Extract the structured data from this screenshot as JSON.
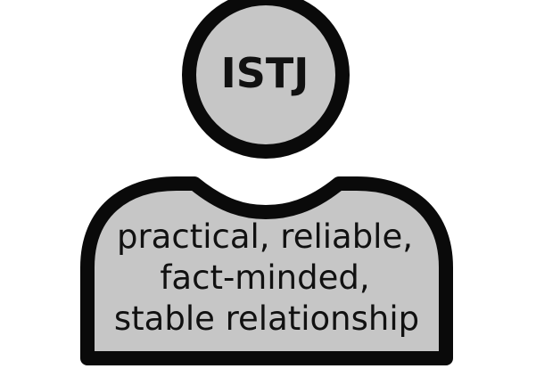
{
  "head_label": "ISTJ",
  "body_lines": [
    "practical, reliable,",
    "fact-minded,",
    "stable relationship"
  ],
  "colors": {
    "fill": "#c6c6c6",
    "outline": "#0a0a0a",
    "text": "#111111",
    "background": "#ffffff"
  },
  "icon": "person-silhouette-icon"
}
